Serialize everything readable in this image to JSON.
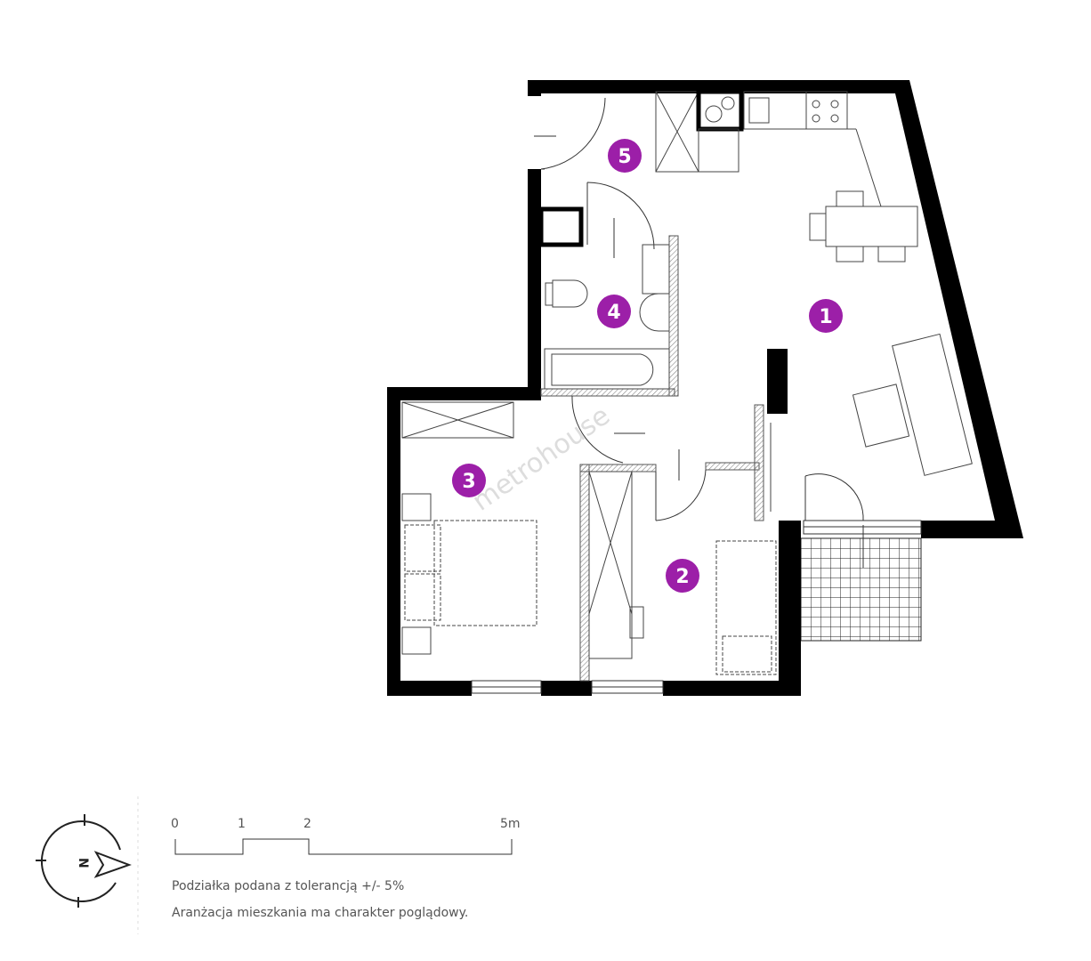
{
  "watermark": "metrohouse",
  "rooms": [
    {
      "number": "1"
    },
    {
      "number": "2"
    },
    {
      "number": "3"
    },
    {
      "number": "4"
    },
    {
      "number": "5"
    }
  ],
  "scale": {
    "ticks": [
      "0",
      "1",
      "2",
      "5m"
    ]
  },
  "compass": {
    "label": "N"
  },
  "notes": [
    "Podziałka podana z tolerancją +/- 5%",
    "Aranżacja mieszkania ma charakter poglądowy."
  ],
  "colors": {
    "room_badge": "#9c1fa8",
    "wall": "#000000"
  }
}
